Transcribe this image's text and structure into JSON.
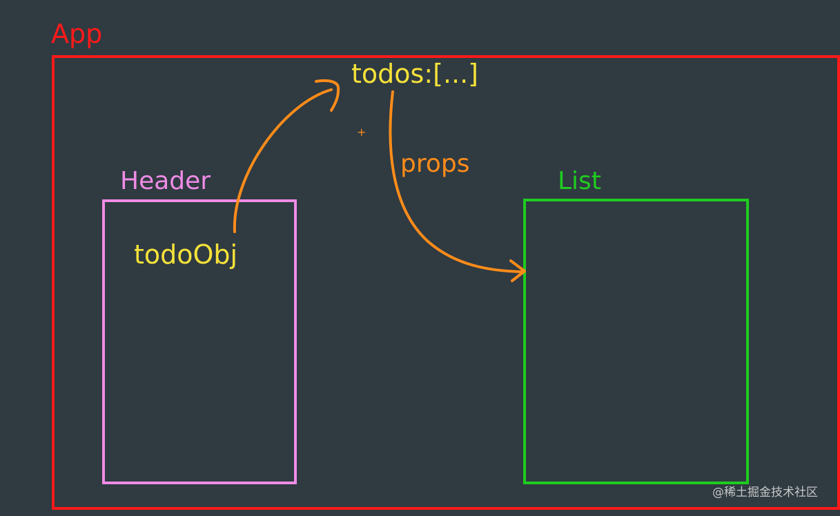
{
  "labels": {
    "app": "App",
    "header": "Header",
    "list": "List",
    "todos": "todos:[...]",
    "todoObj": "todoObj",
    "props": "props",
    "plus": "+",
    "watermark": "@稀土掘金技术社区"
  },
  "colors": {
    "background": "#2f3a41",
    "app": "#ff1a1a",
    "header": "#f08ce6",
    "list": "#1fcc1f",
    "state": "#f5e23a",
    "arrow": "#ff8c1a",
    "watermark": "#c8c8c8"
  }
}
